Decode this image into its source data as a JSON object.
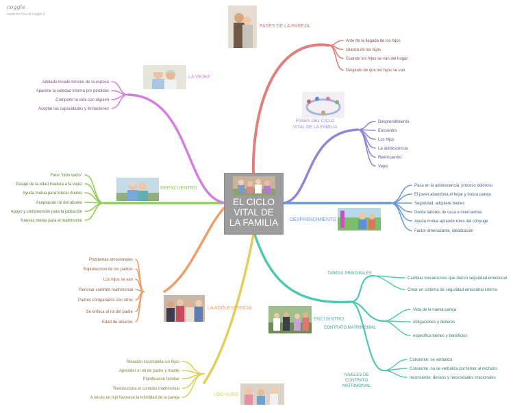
{
  "watermark": {
    "brand": "coggle",
    "tagline": "made for free at coggle.it"
  },
  "center": {
    "title": "EL CICLO\nVITAL DE\nLA FAMILIA"
  },
  "branches": [
    {
      "id": "fases-pareja",
      "label": "FASES DE LA PAREJA",
      "color": "#e07f7c",
      "items": [
        "Ante de la llegada de los hijos",
        "crianza de los hijos",
        "Cuando los hijos se van del hogar",
        "Después de que los hijos se van"
      ]
    },
    {
      "id": "fases-ciclo",
      "label": "FASES DEL CICLO\nVITAL DE LA FAMILIA",
      "color": "#8f86dc",
      "items": [
        "Desprendimiento",
        "Encuentro",
        "Los hijos",
        "La adolescencia",
        "Reencuentro",
        "Vejez"
      ]
    },
    {
      "id": "desprendimiento",
      "label": "DESPRENDIMIENTO",
      "color": "#6a98d8",
      "items": [
        "Pasa en la adolescencia, proceso doloroso",
        "El joven abandona el hojar y busca pareja",
        "Seguridad, adquiere bienes",
        "Divide labores de casa e intercambia",
        "Ayuda mutua aprende roles del cónyuge",
        "Factor amenazante, idealización"
      ]
    },
    {
      "id": "encuentro",
      "label": "ENCUENTRO",
      "color": "#4fc8b1",
      "subgroups": [
        {
          "label": "TAREAS PRINCIPALES",
          "items": [
            "Cambiar mecanismos que dieron seguridad emocional",
            "Crear un sistema de seguridad emocional interno"
          ]
        },
        {
          "label": "CONTRATO MATRIMONIAL",
          "items": [
            "Vida de la nueva pareja",
            "obligaciones y deberes",
            "especifica bienes y beneficios"
          ]
        },
        {
          "label": "NIVELES DE\nCONTRATO\nMATRIMONIAL",
          "items": [
            "Consiente: se verbaliza",
            "Consiente: no se verbaliza por temor al rechazo",
            "Inconsiente: deseos y necesidades irracionales"
          ]
        }
      ]
    },
    {
      "id": "los-hijos",
      "label": "LOS HIJOS",
      "color": "#e0cf58",
      "items": [
        "Relación incompleta sin hijos",
        "Aprender el rol de padre y madre",
        "Planificacon familiar",
        "Reestructura el contrato matrimonial",
        "A veces un hijo favorece la intimidad de la pareja"
      ]
    },
    {
      "id": "adolescencia",
      "label": "LA ADOLESCENCIA",
      "color": "#ef9d69",
      "items": [
        "Problemas emocionales",
        "Sopreteccion de los padres",
        "Los hijos se van",
        "Renovar contrato matrimonial",
        "Padres comparados con otros",
        "Se enfoca al rol del padre",
        "Edad de abuelos"
      ]
    },
    {
      "id": "reencuentro",
      "label": "REENCUENTRO",
      "color": "#8fcf58",
      "items": [
        "Face \"nido vacio\"",
        "Pasaje de la edad madura a la vejez",
        "Ayuda mutua para tolerar duelos",
        "Aceptación rol del abuelo",
        "Apoyo y comprensión para la jubilación",
        "Nuevas metas para el matrimonio"
      ]
    },
    {
      "id": "vejez",
      "label": "LA VEJEZ",
      "color": "#d27fdf",
      "items": [
        "Jubilado invade terreno de la esposa",
        "Aparece la soledad interna por pérdidas",
        "Compartir la vida con alguien",
        "Aceptar las capacidades y limitaciones"
      ]
    }
  ]
}
